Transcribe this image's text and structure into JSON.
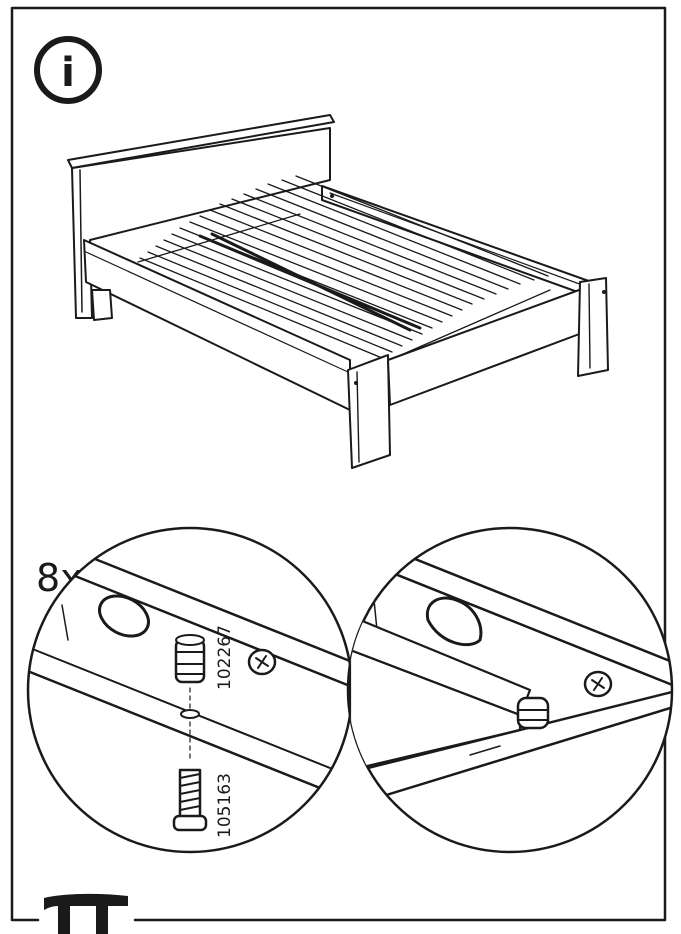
{
  "info_icon": {
    "name": "info-icon",
    "glyph": "i"
  },
  "detail": {
    "quantity": "8x",
    "part_number_pin": "102267",
    "part_number_bolt": "105163"
  },
  "footer": {
    "logo_glyph": "π"
  },
  "colors": {
    "ink": "#1a1a1a",
    "paper": "#ffffff"
  }
}
